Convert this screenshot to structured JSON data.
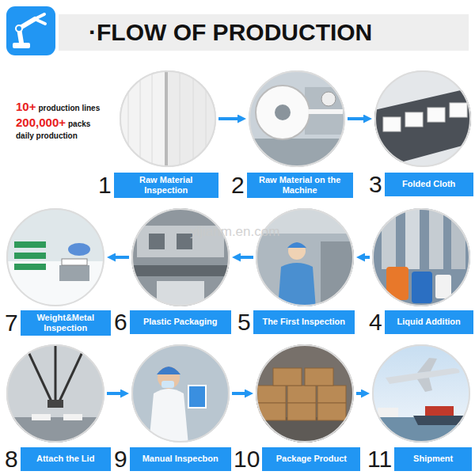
{
  "diagram": {
    "title": "·FLOW OF PRODUCTION",
    "nodes": [
      {
        "text": [
          "1",
          "Raw Material Inspection"
        ]
      },
      {
        "text": [
          "2",
          "Raw Material on the Machine"
        ]
      },
      {
        "text": [
          "3",
          "Folded Cloth"
        ]
      },
      {
        "text": [
          "4",
          "Liquid Addition"
        ]
      },
      {
        "text": [
          "5",
          "The First Inspection"
        ]
      },
      {
        "text": [
          "6",
          "Plastic Packaging"
        ]
      },
      {
        "text": [
          "7",
          "Weight&Metal Inspection"
        ]
      },
      {
        "text": [
          "8",
          "Attach the Lid"
        ]
      },
      {
        "text": [
          "9",
          "Manual Inspecbon"
        ]
      },
      {
        "text": [
          "10",
          "Package Product"
        ]
      },
      {
        "text": [
          "11",
          "Shipment"
        ]
      }
    ],
    "edges": [
      {
        "from": 0,
        "to": 1,
        "arrow": "to"
      },
      {
        "from": 1,
        "to": 2,
        "arrow": "to"
      },
      {
        "from": 3,
        "to": 4,
        "arrow": "to"
      },
      {
        "from": 4,
        "to": 5,
        "arrow": "to"
      },
      {
        "from": 5,
        "to": 6,
        "arrow": "to"
      },
      {
        "from": 7,
        "to": 8,
        "arrow": "to"
      },
      {
        "from": 8,
        "to": 9,
        "arrow": "to"
      },
      {
        "from": 9,
        "to": 10,
        "arrow": "to"
      }
    ],
    "labels": [
      "10+",
      "production lines",
      "200,000+",
      "packs",
      "daily production",
      "yijiahm.en.com"
    ]
  }
}
